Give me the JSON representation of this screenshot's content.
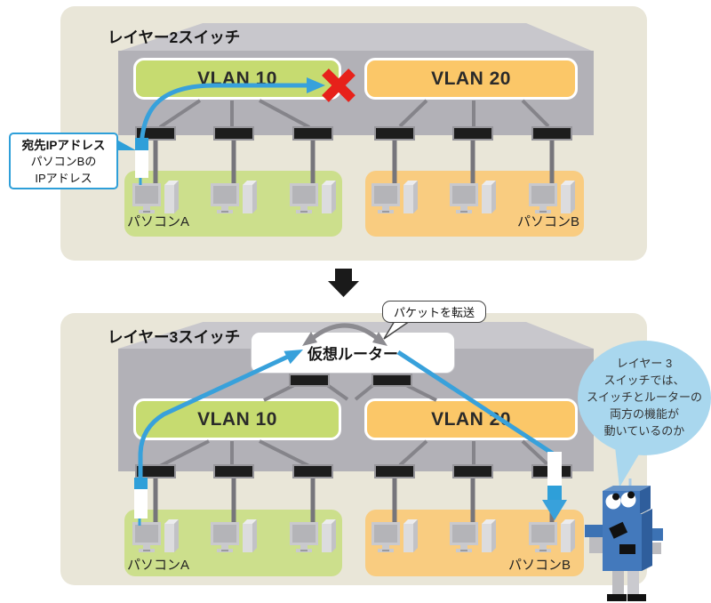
{
  "colors": {
    "accent_blue": "#38A1DB",
    "alert_red": "#E7211A",
    "vlan10_green": "#C6DB70",
    "vlan20_orange": "#FBC768",
    "group_green": "#CCDF8C",
    "group_orange": "#F9CC80",
    "panel_beige": "#E9E6D8",
    "switch_gray": "#B2B1B7",
    "speech_bubble_blue": "#A9D7EE"
  },
  "top_panel": {
    "switch_label": "レイヤー2スイッチ",
    "vlan10_label": "VLAN 10",
    "vlan20_label": "VLAN 20",
    "pc_a_label": "パソコンA",
    "pc_b_label": "パソコンB",
    "callout": {
      "line1": "宛先IPアドレス",
      "line2": "パソコンBの",
      "line3": "IPアドレス"
    }
  },
  "bottom_panel": {
    "switch_label": "レイヤー3スイッチ",
    "router_label": "仮想ルーター",
    "forward_label": "パケットを転送",
    "vlan10_label": "VLAN 10",
    "vlan20_label": "VLAN 20",
    "pc_a_label": "パソコンA",
    "pc_b_label": "パソコンB",
    "speech_bubble": {
      "lines": [
        "レイヤー 3",
        "スイッチでは、",
        "スイッチとルーターの",
        "両方の機能が",
        "動いているのか"
      ]
    }
  }
}
